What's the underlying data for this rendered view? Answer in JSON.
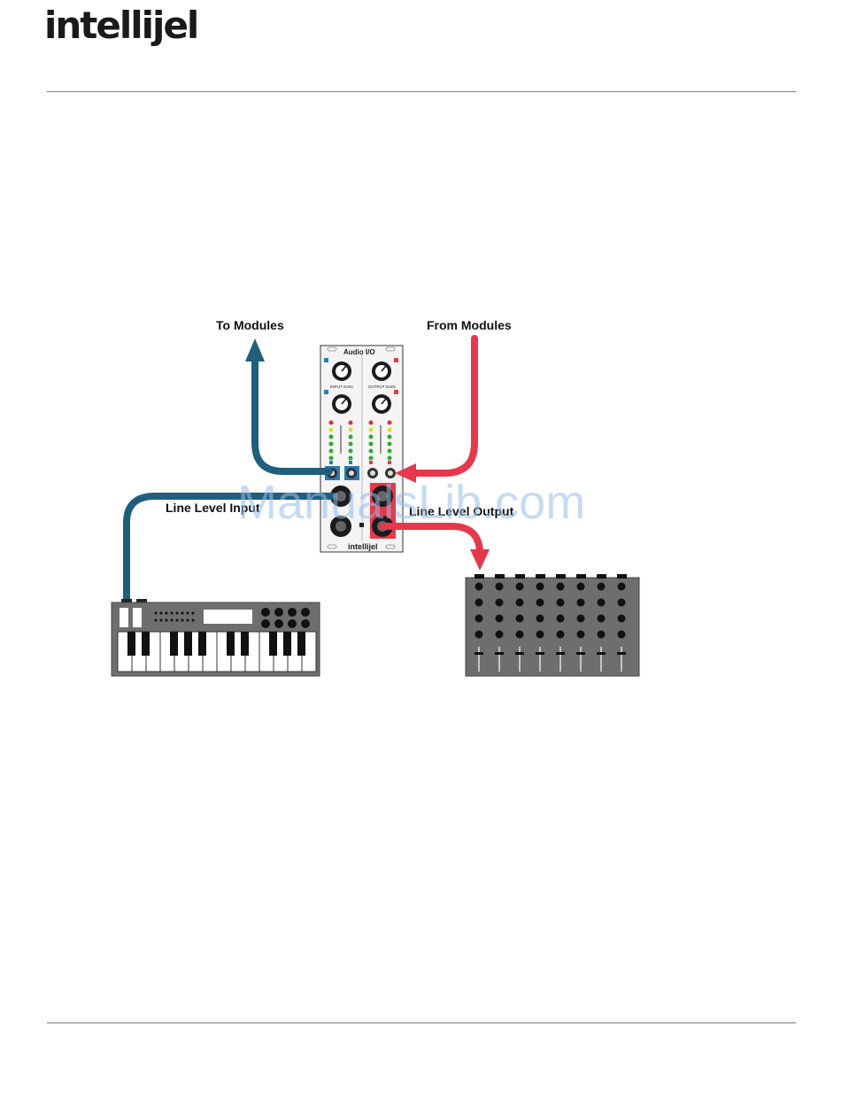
{
  "header": {
    "logo": "intellijel"
  },
  "diagram": {
    "label_to_modules": "To Modules",
    "label_from_modules": "From Modules",
    "label_line_input": "Line Level Input",
    "label_line_output": "Line Level Output",
    "module": {
      "title": "Audio I/O",
      "input_gain": "INPUT GAIN",
      "output_gain": "OUTPUT GAIN",
      "brand": "intellijel"
    },
    "colors": {
      "input_cable": "#1f5f7e",
      "output_cable": "#e8374a",
      "device": "#6e6e6e"
    }
  },
  "watermark": "ManualsLib.com"
}
